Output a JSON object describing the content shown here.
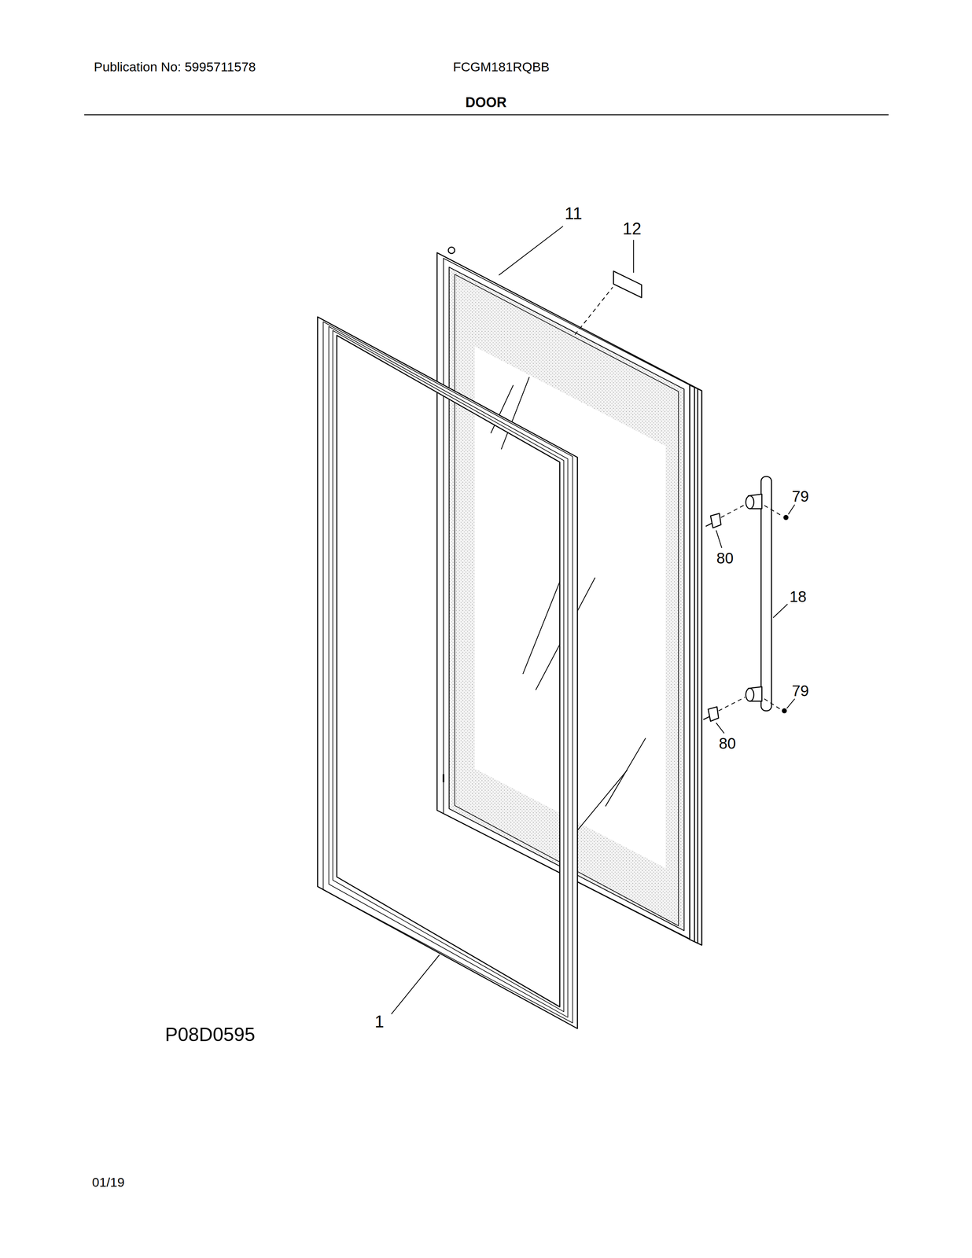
{
  "diagram": {
    "title": "DOOR",
    "labels": [
      "Publication No: 5995711578",
      "FCGM181RQBB",
      "11",
      "12",
      "79",
      "80",
      "18",
      "79",
      "80",
      "1",
      "P08D0595",
      "01/19"
    ]
  }
}
